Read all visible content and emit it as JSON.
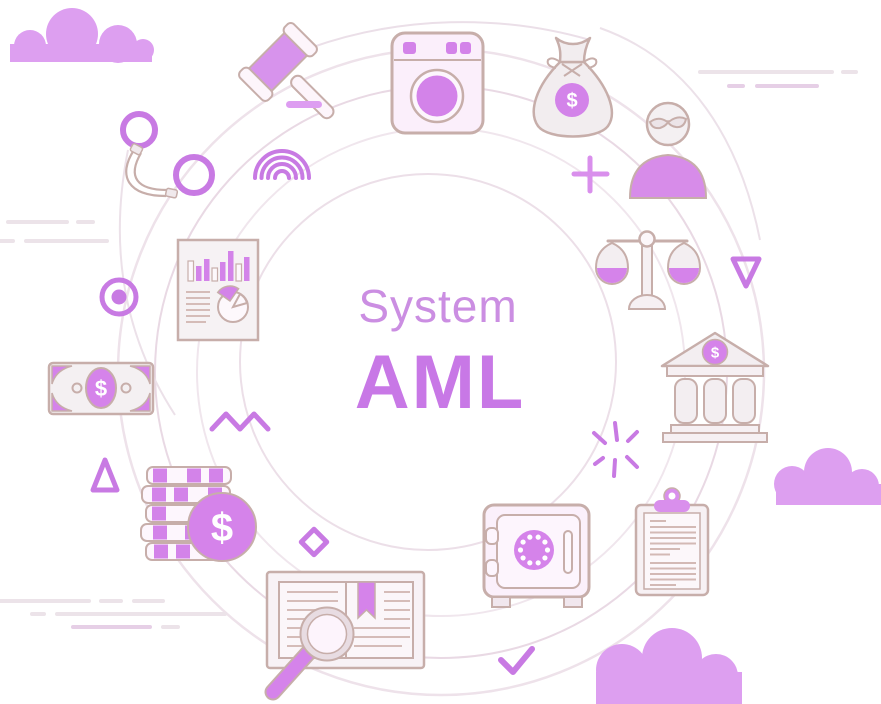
{
  "title": {
    "line1": "System",
    "line2": "AML"
  },
  "symbols": {
    "dollar": "$"
  },
  "colors": {
    "background": "#ffffff",
    "purple": "#d383e9",
    "purple_soft": "#dd9df1",
    "purple_stroke": "#c87ae3",
    "cloud": "#dd9ff0",
    "outline_tan": "#c7aeaa",
    "doc_line_tan": "#d5bcb8",
    "fill_pink": "#fbeffb",
    "fill_gray": "#f2edef",
    "orbit_arc": "#eadce6",
    "title_line1_color": "#cb8ee2",
    "title_line2_color": "#c878e6"
  },
  "icons": [
    {
      "name": "washing-machine-icon"
    },
    {
      "name": "money-bag-icon"
    },
    {
      "name": "masked-person-icon"
    },
    {
      "name": "scales-of-justice-icon"
    },
    {
      "name": "bank-icon"
    },
    {
      "name": "clipboard-icon"
    },
    {
      "name": "safe-icon"
    },
    {
      "name": "open-book-magnifier-icon"
    },
    {
      "name": "coin-stack-icon"
    },
    {
      "name": "dollar-coin-icon"
    },
    {
      "name": "money-bill-icon"
    },
    {
      "name": "chart-document-icon"
    },
    {
      "name": "handcuffs-icon"
    },
    {
      "name": "gavel-icon"
    },
    {
      "name": "rainbow-arcs-icon"
    },
    {
      "name": "target-icon"
    },
    {
      "name": "plus-icon"
    },
    {
      "name": "sparkle-icon"
    },
    {
      "name": "checkmark-icon"
    },
    {
      "name": "diamond-icon"
    },
    {
      "name": "triangle-up-icon"
    },
    {
      "name": "triangle-down-icon"
    },
    {
      "name": "zigzag-icon"
    },
    {
      "name": "cloud-icons"
    },
    {
      "name": "speed-lines"
    }
  ]
}
